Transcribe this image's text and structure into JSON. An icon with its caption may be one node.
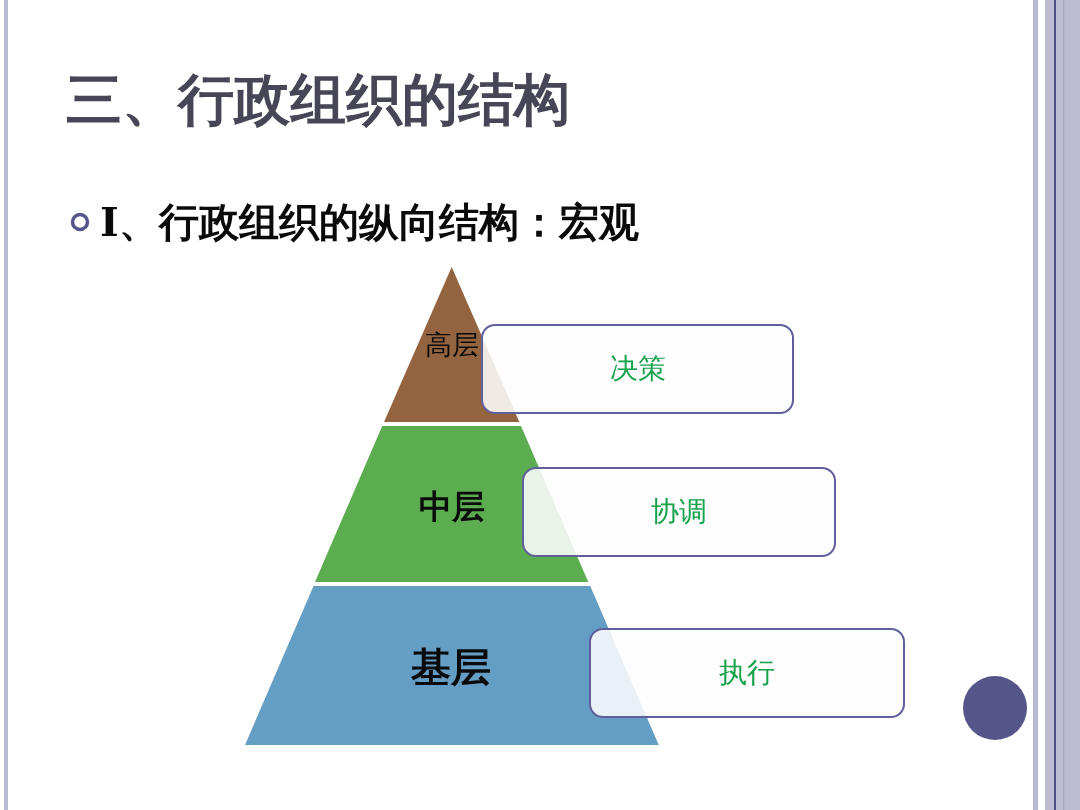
{
  "diagram": {
    "title": "三、行政组织的结构",
    "nodes": [
      {
        "text": [
          "高层"
        ]
      },
      {
        "text": [
          "中层"
        ]
      },
      {
        "text": [
          "基层"
        ]
      },
      {
        "text": [
          "决策"
        ]
      },
      {
        "text": [
          "协调"
        ]
      },
      {
        "text": [
          "执行"
        ]
      }
    ],
    "labels": [
      "I、行政组织的纵向结构：宏观"
    ]
  }
}
